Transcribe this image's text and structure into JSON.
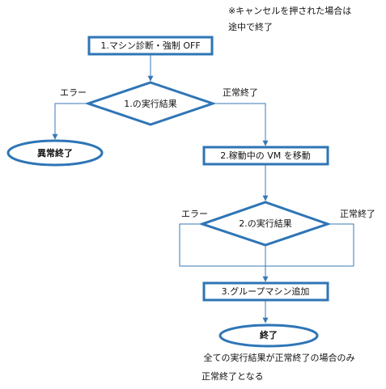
{
  "colors": {
    "stroke": "#2e75b6",
    "connector": "#3a78b5",
    "text": "#111111",
    "background": "#ffffff"
  },
  "note": {
    "line1": "※キャンセルを押された場合は",
    "line2": "途中で終了"
  },
  "nodes": {
    "step1": "1.マシン診断・強制 OFF",
    "decision1": "1.の実行結果",
    "abnormal_end": "異常終了",
    "step2": "2.稼動中の VM を移動",
    "decision2": "2.の実行結果",
    "step3": "3.グループマシン追加",
    "end": "終了"
  },
  "edges": {
    "d1_error": "エラー",
    "d1_ok": "正常終了",
    "d2_error": "エラー",
    "d2_ok": "正常終了"
  },
  "footer": {
    "line1": "全ての実行結果が正常終了の場合のみ",
    "line2": "正常終了となる"
  }
}
